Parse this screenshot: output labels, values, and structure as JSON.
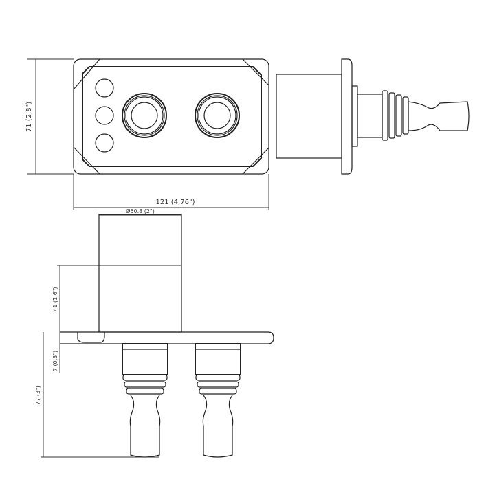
{
  "dimensions": {
    "height_top": "71 (2,8\")",
    "width_top": "121 (4,76\")",
    "diameter": "Ø50.8 (2\")",
    "cylinder_height": "41 (1,6\")",
    "plate_thickness": "7 (0,3\")",
    "connector_depth": "77 (3\")"
  },
  "colors": {
    "line": "#222222",
    "background": "#ffffff"
  }
}
